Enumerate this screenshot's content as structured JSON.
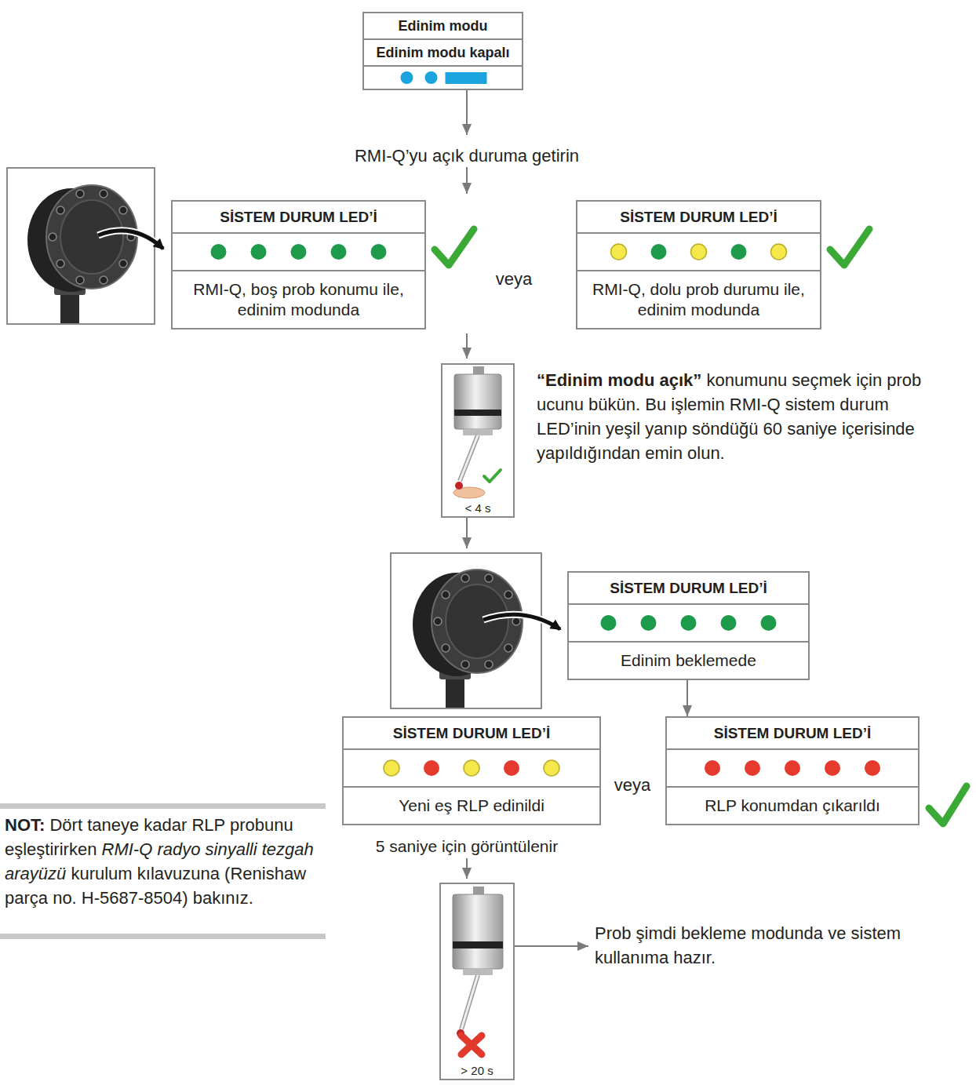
{
  "diagram": {
    "nodes": [
      {
        "text": [
          "Edinim modu",
          "Edinim modu kapalı"
        ]
      },
      {
        "text": [
          "SİSTEM DURUM LED’İ",
          "RMI-Q, boş prob konumu ile, edinim modunda"
        ]
      },
      {
        "text": [
          "SİSTEM DURUM LED’İ",
          "RMI-Q, dolu prob durumu ile, edinim modunda"
        ]
      },
      {
        "text": [
          "< 4 s"
        ]
      },
      {
        "text": [
          "SİSTEM DURUM LED’İ",
          "Edinim beklemede"
        ]
      },
      {
        "text": [
          "SİSTEM DURUM LED’İ",
          "Yeni eş RLP edinildi"
        ]
      },
      {
        "text": [
          "SİSTEM DURUM LED’İ",
          "RLP konumdan çıkarıldı"
        ]
      },
      {
        "text": [
          "> 20 s"
        ]
      }
    ],
    "edges": [
      {
        "from": 4,
        "to": 6,
        "arrow": "to"
      }
    ],
    "labels": [
      "RMI-Q’yu açık duruma getirin",
      "veya",
      "“Edinim modu açık”",
      "konumunu seçmek için prob ucunu bükün. Bu işlemin RMI-Q sistem durum LED’inin yeşil yanıp söndüğü 60 saniye içerisinde yapıldığından emin olun.",
      "veya",
      "NOT:",
      "Dört taneye kadar RLP probunu eşleştirirken",
      "RMI-Q radyo sinyalli tezgah arayüzü",
      "kurulum kılavuzuna (Renishaw parça no. H-5687-8504) bakınız.",
      "5 saniye için görüntülenir",
      "Prob şimdi bekleme modunda ve sistem kullanıma hazır."
    ]
  }
}
